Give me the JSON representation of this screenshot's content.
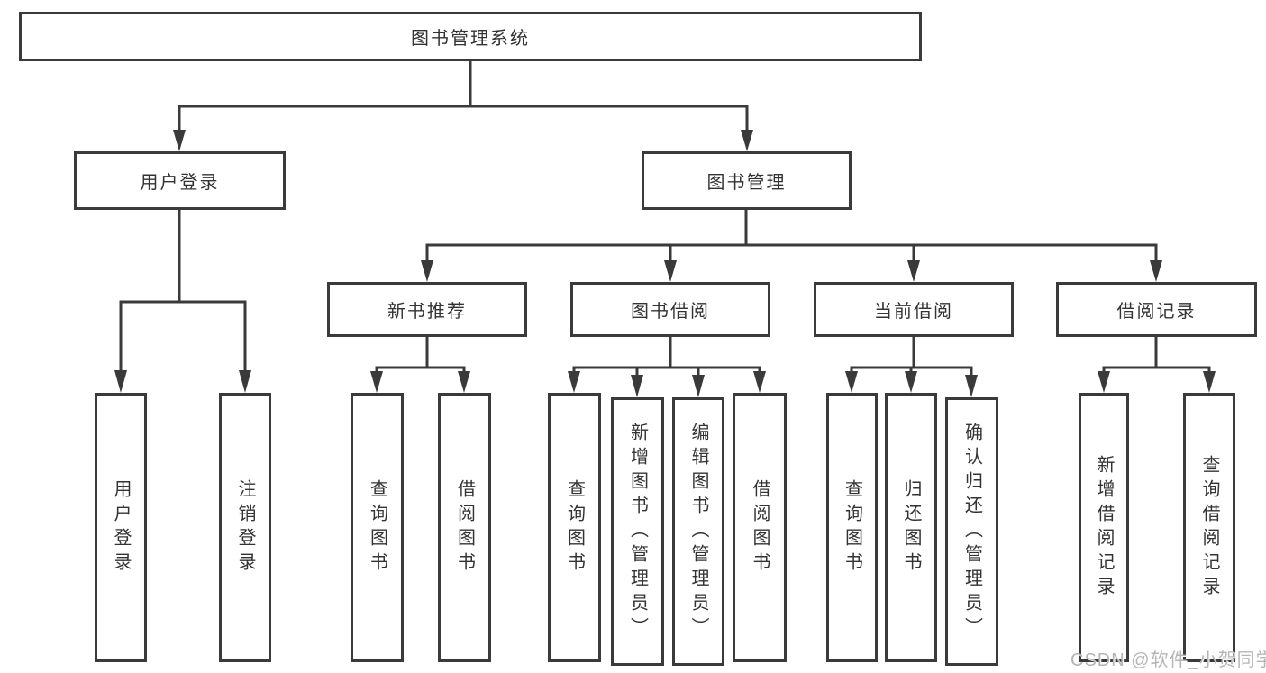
{
  "diagram": {
    "title": "图书管理系统",
    "level2": {
      "user_login": "用户登录",
      "book_mgmt": "图书管理"
    },
    "level3": {
      "new_books": "新书推荐",
      "book_borrow": "图书借阅",
      "current_borrow": "当前借阅",
      "borrow_records": "借阅记录"
    },
    "leaves": {
      "user_login": "用户登录",
      "logout": "注销登录",
      "nb_query": "查询图书",
      "nb_borrow": "借阅图书",
      "bb_query": "查询图书",
      "bb_add": "新增图书（管理员）",
      "bb_edit": "编辑图书（管理员）",
      "bb_borrow": "借阅图书",
      "cb_query": "查询图书",
      "cb_return": "归还图书",
      "cb_confirm": "确认归还（管理员）",
      "br_add": "新增借阅记录",
      "br_query": "查询借阅记录"
    }
  },
  "watermark": "CSDN @软件_小贺同学",
  "colors": {
    "line": "#3a3a3a",
    "text": "#333333",
    "watermark": "#b5b5b5",
    "background": "#ffffff"
  }
}
